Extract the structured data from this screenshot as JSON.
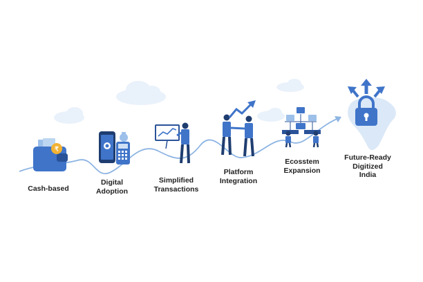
{
  "colors": {
    "accent": "#3f74c9",
    "accent_dark": "#2a5298",
    "accent_light": "#9cc0ea",
    "curve": "#8db4e3",
    "cloud": "#e9f1fb",
    "label": "#222222"
  },
  "stages": [
    {
      "lines": [
        "Cash-based"
      ],
      "icon": "wallet-icon"
    },
    {
      "lines": [
        "Digital",
        "Adoption"
      ],
      "icon": "smartphone-icon"
    },
    {
      "lines": [
        "Simplified",
        "Transactions"
      ],
      "icon": "presenter-icon"
    },
    {
      "lines": [
        "Platform",
        "Integration"
      ],
      "icon": "handshake-icon"
    },
    {
      "lines": [
        "Ecosstem",
        "Expansion"
      ],
      "icon": "network-icon"
    },
    {
      "lines": [
        "Future-Ready",
        "Digitized",
        "India"
      ],
      "icon": "secure-map-icon"
    }
  ]
}
